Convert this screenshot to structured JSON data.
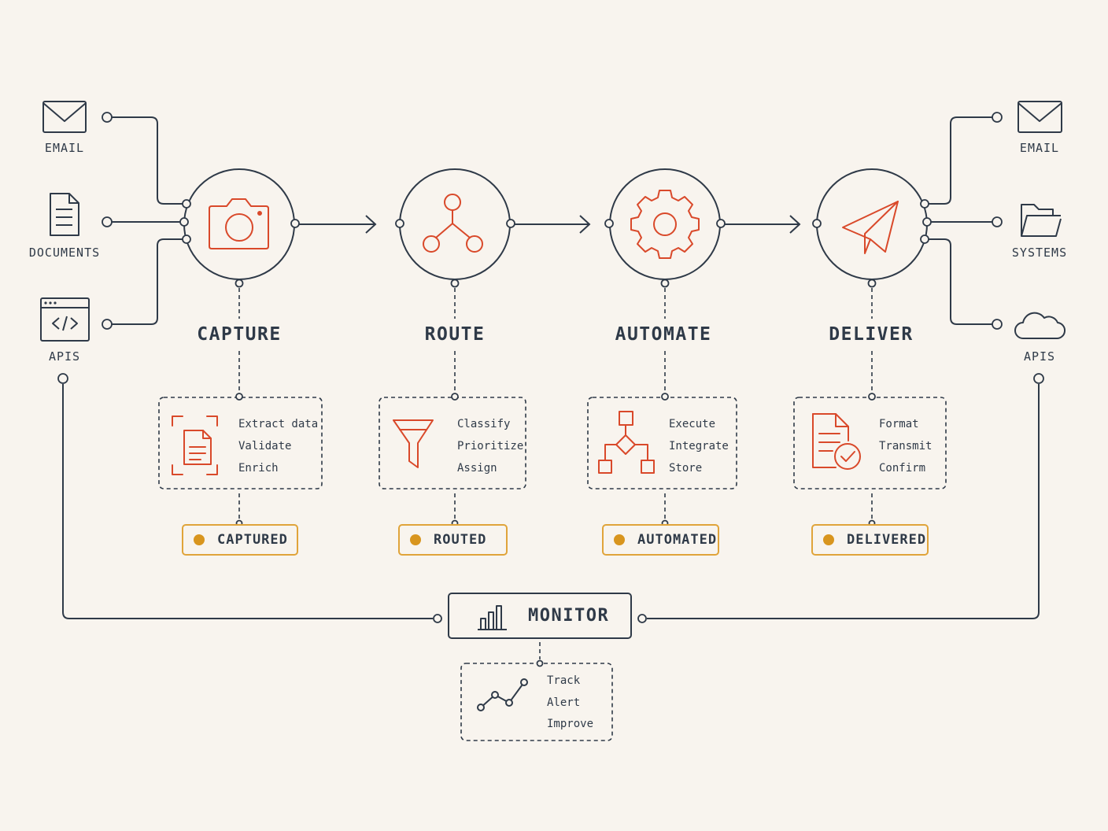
{
  "colors": {
    "ink": "#2f3a48",
    "accent": "#d9492a",
    "badge_border": "#e0a43a",
    "badge_dot": "#d8951e",
    "background": "#f8f4ee"
  },
  "inputs": [
    {
      "label": "EMAIL",
      "icon": "envelope-icon"
    },
    {
      "label": "DOCUMENTS",
      "icon": "document-icon"
    },
    {
      "label": "APIS",
      "icon": "code-window-icon"
    }
  ],
  "outputs": [
    {
      "label": "EMAIL",
      "icon": "envelope-icon"
    },
    {
      "label": "SYSTEMS",
      "icon": "folder-icon"
    },
    {
      "label": "APIS",
      "icon": "cloud-icon"
    }
  ],
  "stages": [
    {
      "title": "CAPTURE",
      "icon": "camera-icon",
      "detail_icon": "scan-document-icon",
      "tasks": [
        "Extract data",
        "Validate",
        "Enrich"
      ],
      "status": "CAPTURED"
    },
    {
      "title": "ROUTE",
      "icon": "network-nodes-icon",
      "detail_icon": "funnel-icon",
      "tasks": [
        "Classify",
        "Prioritize",
        "Assign"
      ],
      "status": "ROUTED"
    },
    {
      "title": "AUTOMATE",
      "icon": "gear-icon",
      "detail_icon": "flowchart-icon",
      "tasks": [
        "Execute",
        "Integrate",
        "Store"
      ],
      "status": "AUTOMATED"
    },
    {
      "title": "DELIVER",
      "icon": "paper-plane-icon",
      "detail_icon": "document-check-icon",
      "tasks": [
        "Format",
        "Transmit",
        "Confirm"
      ],
      "status": "DELIVERED"
    }
  ],
  "monitor": {
    "title": "MONITOR",
    "icon": "bar-chart-icon",
    "detail_icon": "line-chart-icon",
    "tasks": [
      "Track",
      "Alert",
      "Improve"
    ]
  }
}
